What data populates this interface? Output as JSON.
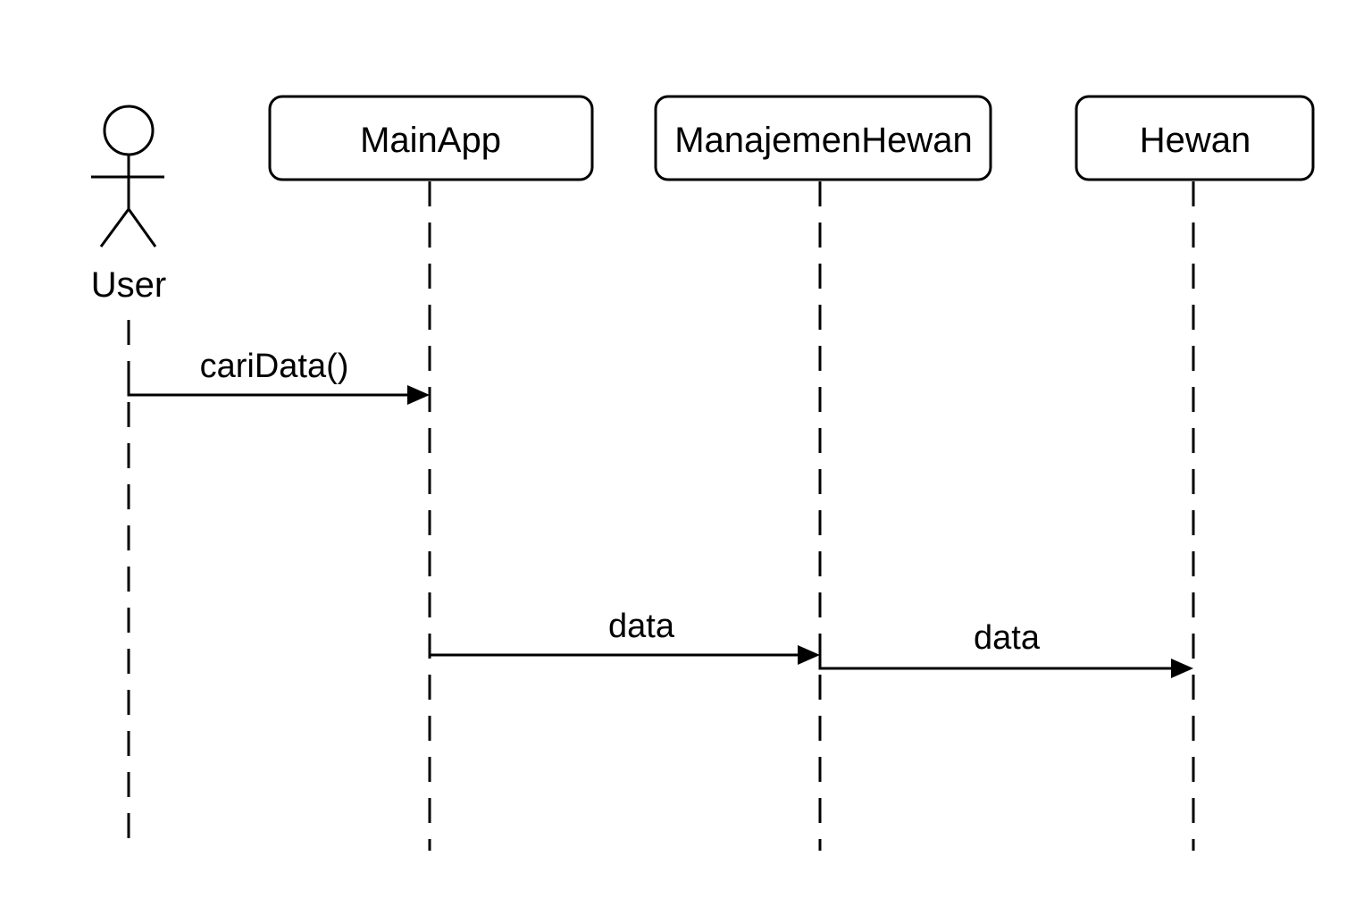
{
  "actor": {
    "name": "User"
  },
  "participants": [
    {
      "name": "MainApp"
    },
    {
      "name": "ManajemenHewan"
    },
    {
      "name": "Hewan"
    }
  ],
  "messages": [
    {
      "from": "User",
      "to": "MainApp",
      "label": "cariData()"
    },
    {
      "from": "MainApp",
      "to": "ManajemenHewan",
      "label": "data"
    },
    {
      "from": "ManajemenHewan",
      "to": "Hewan",
      "label": "data"
    }
  ]
}
